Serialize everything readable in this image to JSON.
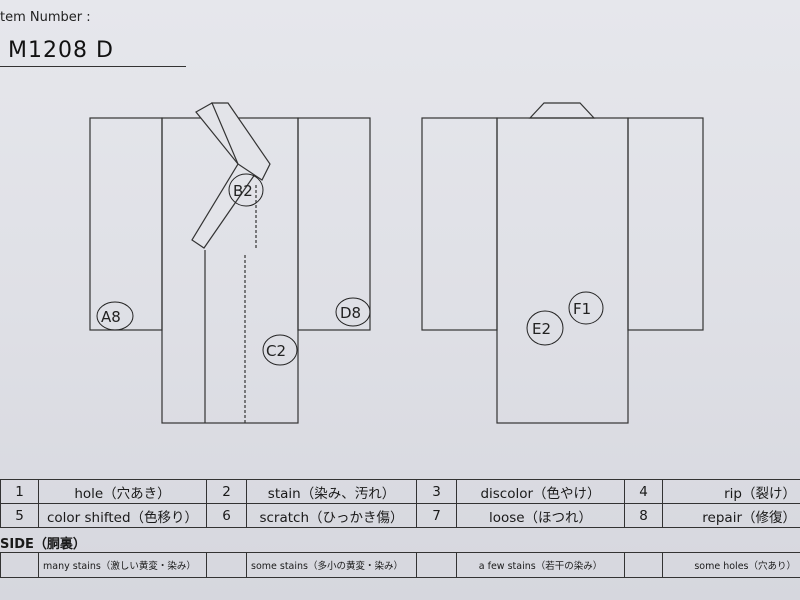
{
  "header": {
    "item_label": "tem Number :",
    "item_code": "M1208   D"
  },
  "front_markers": [
    {
      "id": "B2",
      "label": "B2"
    },
    {
      "id": "A8",
      "label": "A8"
    },
    {
      "id": "D8",
      "label": "D8"
    },
    {
      "id": "C2",
      "label": "C2"
    }
  ],
  "back_markers": [
    {
      "id": "E2",
      "label": "E2"
    },
    {
      "id": "F1",
      "label": "F1"
    }
  ],
  "legend": {
    "row1": [
      {
        "num": "1",
        "label": "hole（穴あき）"
      },
      {
        "num": "2",
        "label": "stain（染み、汚れ）"
      },
      {
        "num": "3",
        "label": "discolor（色やけ）"
      },
      {
        "num": "4",
        "label": "rip（裂け）"
      }
    ],
    "row2": [
      {
        "num": "5",
        "label": "color shifted（色移り）"
      },
      {
        "num": "6",
        "label": "scratch（ひっかき傷）"
      },
      {
        "num": "7",
        "label": "loose（ほつれ）"
      },
      {
        "num": "8",
        "label": "repair（修復）"
      }
    ]
  },
  "inside": {
    "label": "SIDE（胴裏）",
    "stains": [
      "many stains（激しい黄変・染み）",
      "some stains（多小の黄変・染み）",
      "a few stains（若干の染み）",
      "some holes（穴あり）"
    ]
  }
}
